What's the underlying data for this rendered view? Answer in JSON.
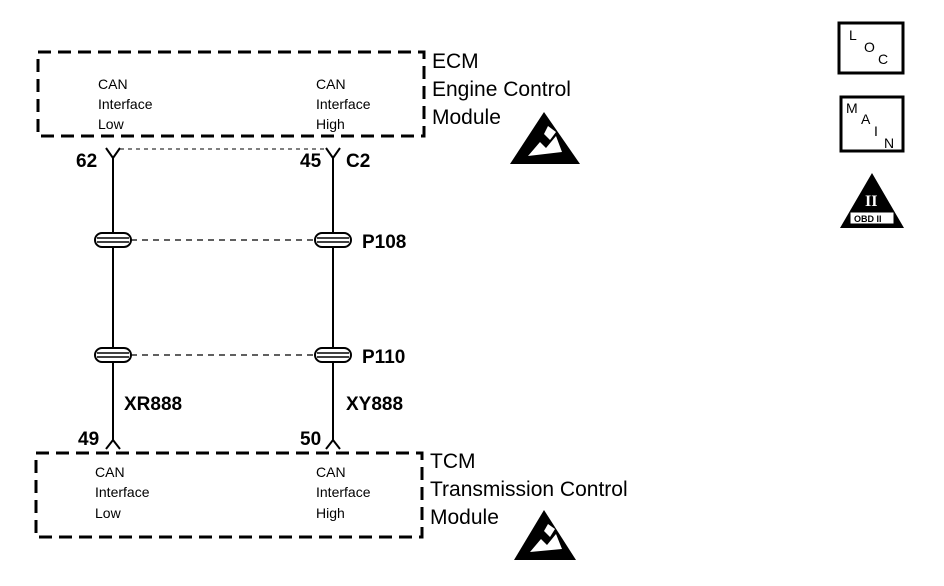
{
  "ecm": {
    "abbr": "ECM",
    "name_line1": "Engine Control",
    "name_line2": "Module",
    "low": [
      "CAN",
      "Interface",
      "Low"
    ],
    "high": [
      "CAN",
      "Interface",
      "High"
    ]
  },
  "tcm": {
    "abbr": "TCM",
    "name_line1": "Transmission Control",
    "name_line2": "Module",
    "low": [
      "CAN",
      "Interface",
      "Low"
    ],
    "high": [
      "CAN",
      "Interface",
      "High"
    ]
  },
  "pins": {
    "ecm_low": "62",
    "ecm_high": "45",
    "ecm_connector": "C2",
    "tcm_low": "49",
    "tcm_high": "50"
  },
  "splices": {
    "upper": "P108",
    "lower": "P110"
  },
  "wires": {
    "low": "XR888",
    "high": "XY888"
  },
  "icons": {
    "loc_letters": [
      "L",
      "O",
      "C"
    ],
    "main_letters": [
      "M",
      "A",
      "I",
      "N"
    ],
    "obd_numeral": "II",
    "obd_label": "OBD II"
  }
}
